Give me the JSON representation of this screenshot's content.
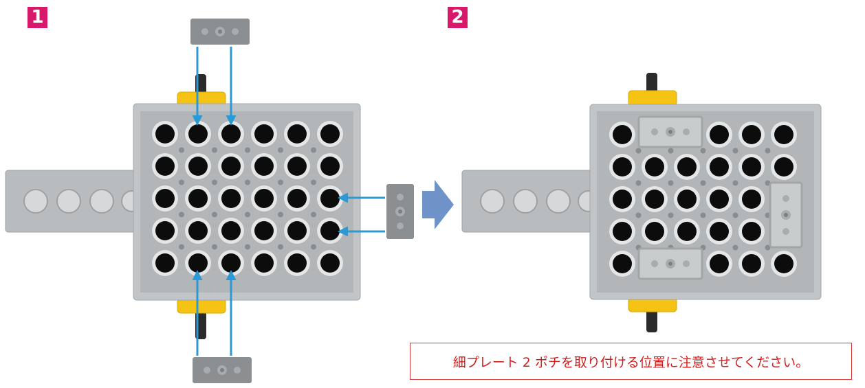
{
  "steps": [
    {
      "number": "1"
    },
    {
      "number": "2"
    }
  ],
  "caption": {
    "text": "細プレート 2 ポチを取り付ける位置に注意させてください。"
  },
  "colors": {
    "step_badge": "#d8186a",
    "arrow": "#2a9ad6",
    "step_transition_arrow": "#6f93c9",
    "brick_gray": "#b9bcbe",
    "plate_dark_gray": "#8c8f91",
    "gear_yellow": "#f5c313",
    "caption_border": "#d23a3a",
    "caption_text": "#d21f1f"
  },
  "icons": {
    "step_transition": "right-arrow-icon"
  }
}
